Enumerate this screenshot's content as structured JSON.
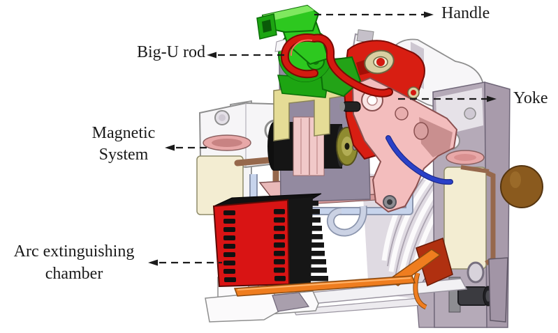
{
  "figure": {
    "alt": "Sectioned 3D CAD view of a miniature circuit breaker with labeled internal parts",
    "labels": [
      {
        "id": "handle",
        "lines": [
          "Handle"
        ],
        "arrow": "dashed, pointing right toward label"
      },
      {
        "id": "big-u-rod",
        "lines": [
          "Big-U rod"
        ],
        "arrow": "dashed, pointing left toward label"
      },
      {
        "id": "yoke",
        "lines": [
          "Yoke"
        ],
        "arrow": "dashed, pointing right toward label"
      },
      {
        "id": "magnetic-system",
        "lines": [
          "Magnetic",
          "System"
        ],
        "arrow": "dashed, pointing left toward label"
      },
      {
        "id": "arc-extinguishing-chamber",
        "lines": [
          "Arc extinguishing",
          "chamber"
        ],
        "arrow": "dashed, pointing left toward label"
      }
    ]
  },
  "colors": {
    "bg": "#ffffff",
    "label_text": "#1a1a1a",
    "arrow_black": "#1b1b1b",
    "handle_green": "#2dc81f",
    "handle_green_dark": "#1da512",
    "handle_green_edge": "#0b6e08",
    "handle_green_light": "#7fe85f",
    "rod_red": "#d41910",
    "mechanism_red": "#d81e12",
    "arc_chamber_red": "#d91414",
    "yoke_pink": "#f3bdbd",
    "yoke_mauve": "#c98f8f",
    "solenoid_pink": "#f1c9c9",
    "base_pink": "#e9b9b9",
    "disc_pink": "#e8a8a8",
    "core_black": "#151515",
    "fin_black": "#161616",
    "brass_olive": "#8f8b30",
    "conductor_orange": "#ef7d1f",
    "contact_rust": "#b03010",
    "wire_blue": "#2a41c8",
    "frame_blue": "#c7d4ec",
    "cream": "#f3edd2",
    "khaki": "#e5dc96",
    "tan": "#d9cfa2",
    "housing_white": "#f7f6f8",
    "housing_gray": "#a89bab",
    "panel_gray": "#b5aab8",
    "plate_gray": "#938aa0",
    "knob_brown": "#8a5a1e",
    "bracket_brown": "#96684c"
  }
}
